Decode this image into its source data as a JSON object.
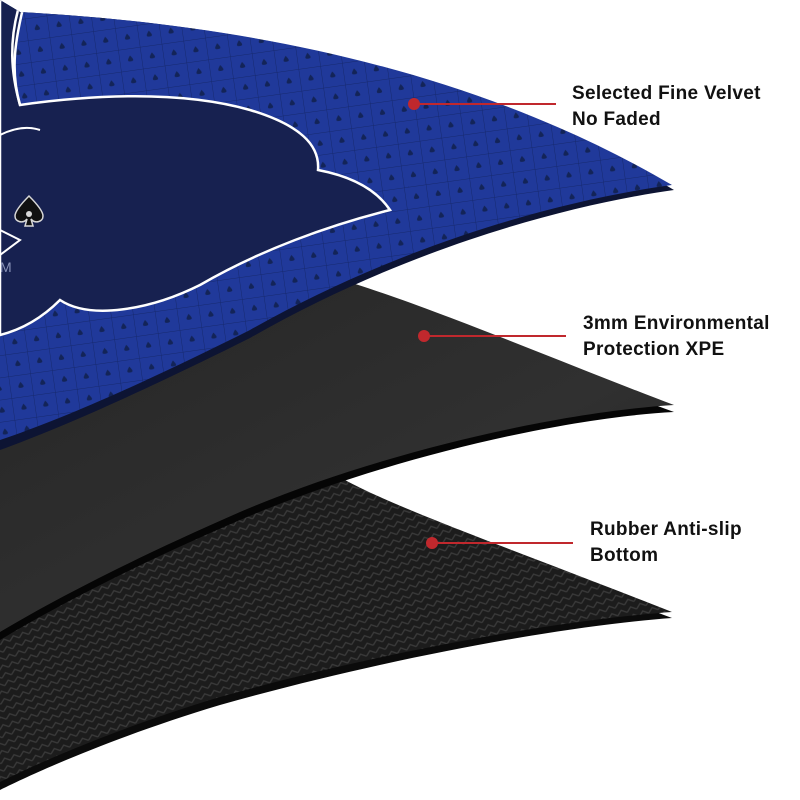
{
  "layers": [
    {
      "id": "velvet",
      "line1": "Selected Fine Velvet",
      "line2": "No Faded"
    },
    {
      "id": "xpe",
      "line1": "3mm Environmental",
      "line2": "Protection XPE"
    },
    {
      "id": "rubber",
      "line1": "Rubber Anti-slip",
      "line2": "Bottom"
    }
  ],
  "colors": {
    "velvet_dark": "#17204f",
    "velvet_blue": "#1f3a9a",
    "xpe": "#2a2a2a",
    "rubber": "#1e1e1e",
    "callout": "#c0282d",
    "outline": "#ffffff"
  },
  "icons": [
    "spade-logo-icon",
    "callout-dot-icon"
  ]
}
